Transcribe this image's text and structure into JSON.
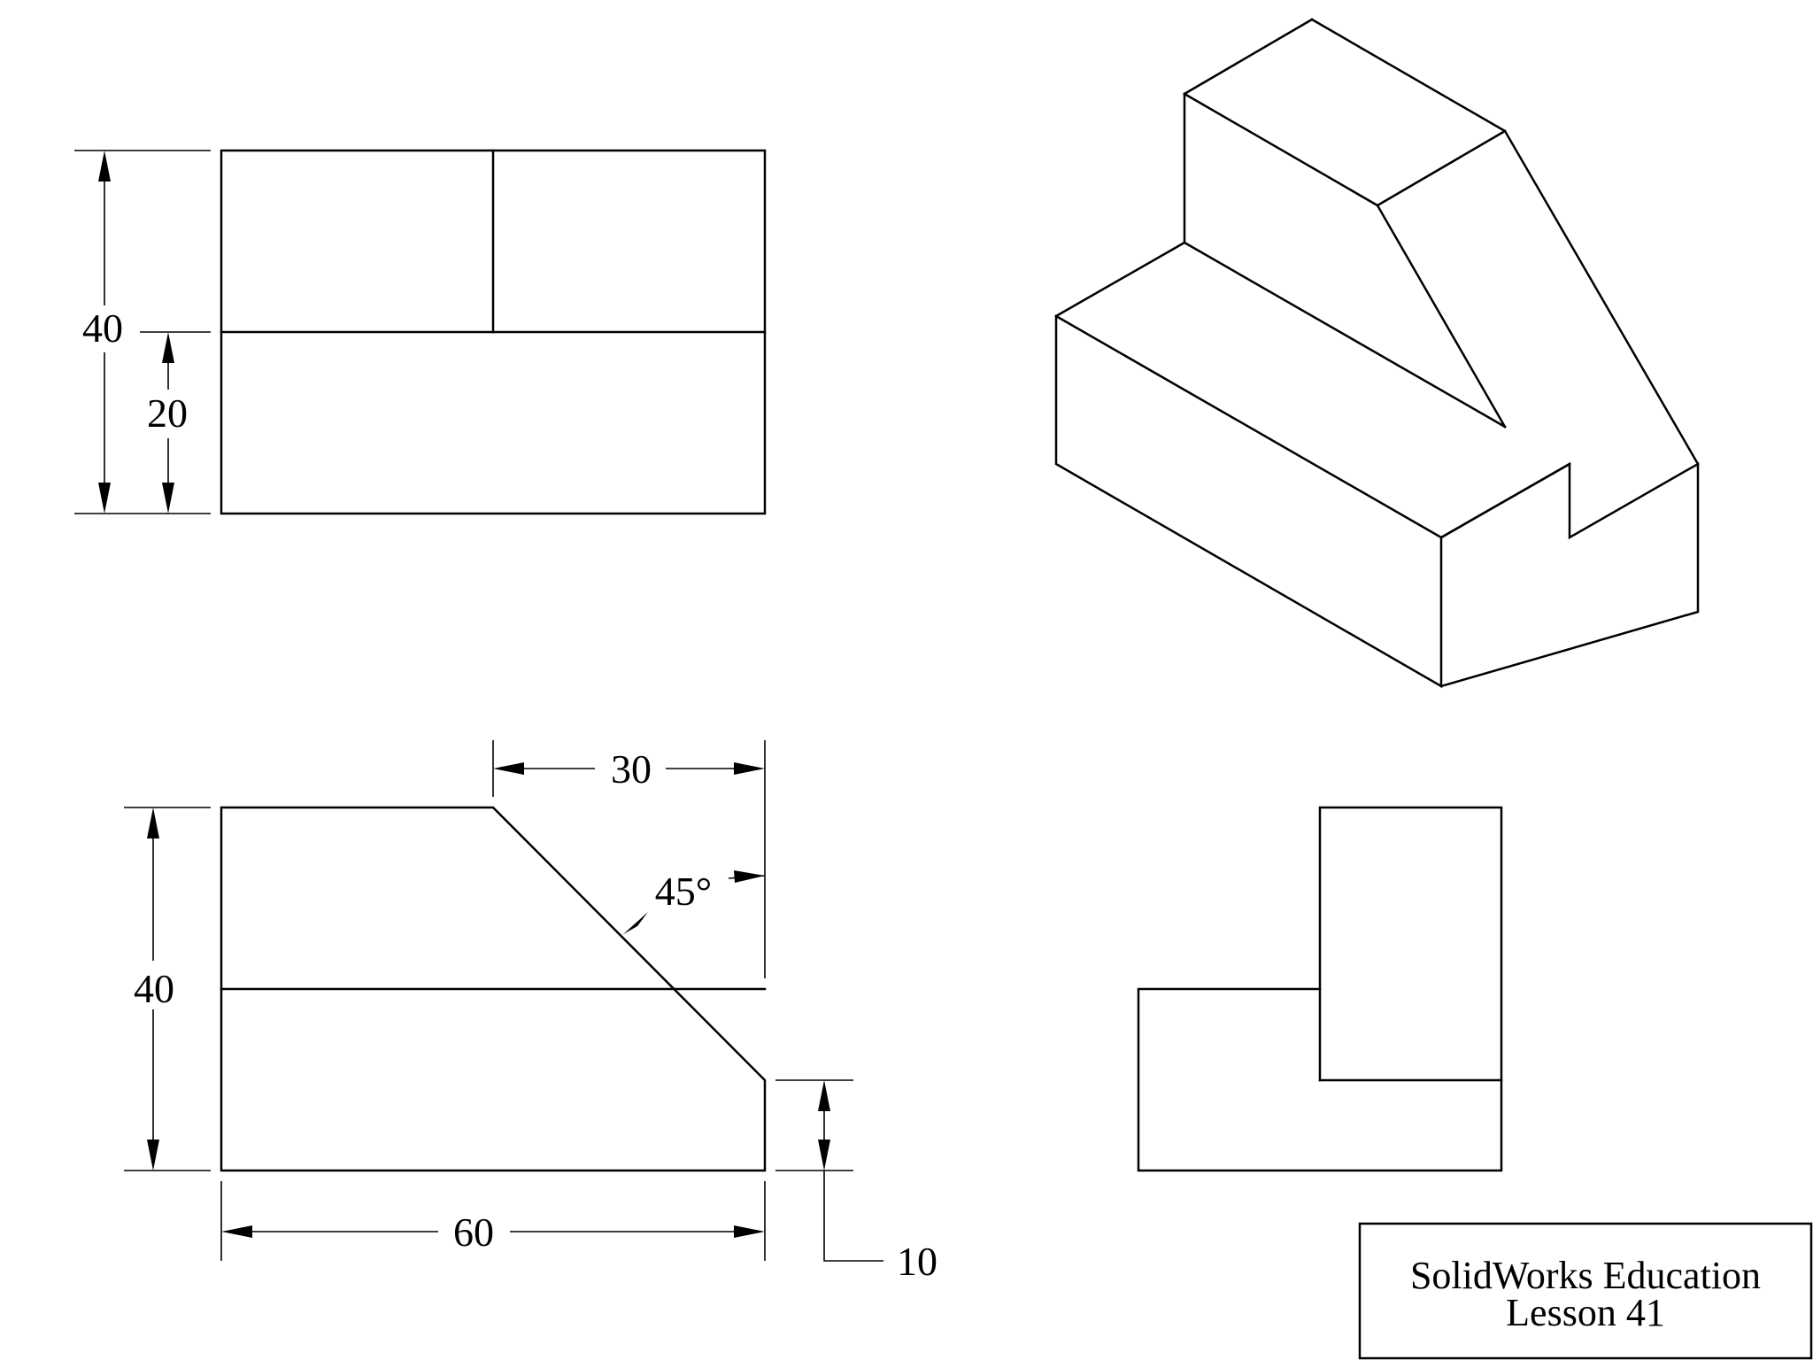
{
  "dimensions": {
    "top_view_height": "40",
    "top_view_step": "20",
    "front_view_height": "40",
    "front_view_width": "60",
    "chamfer_width": "30",
    "chamfer_angle": "45°",
    "chamfer_offset": "10"
  },
  "title_block": {
    "line1": "SolidWorks Education",
    "line2": "Lesson 41"
  }
}
